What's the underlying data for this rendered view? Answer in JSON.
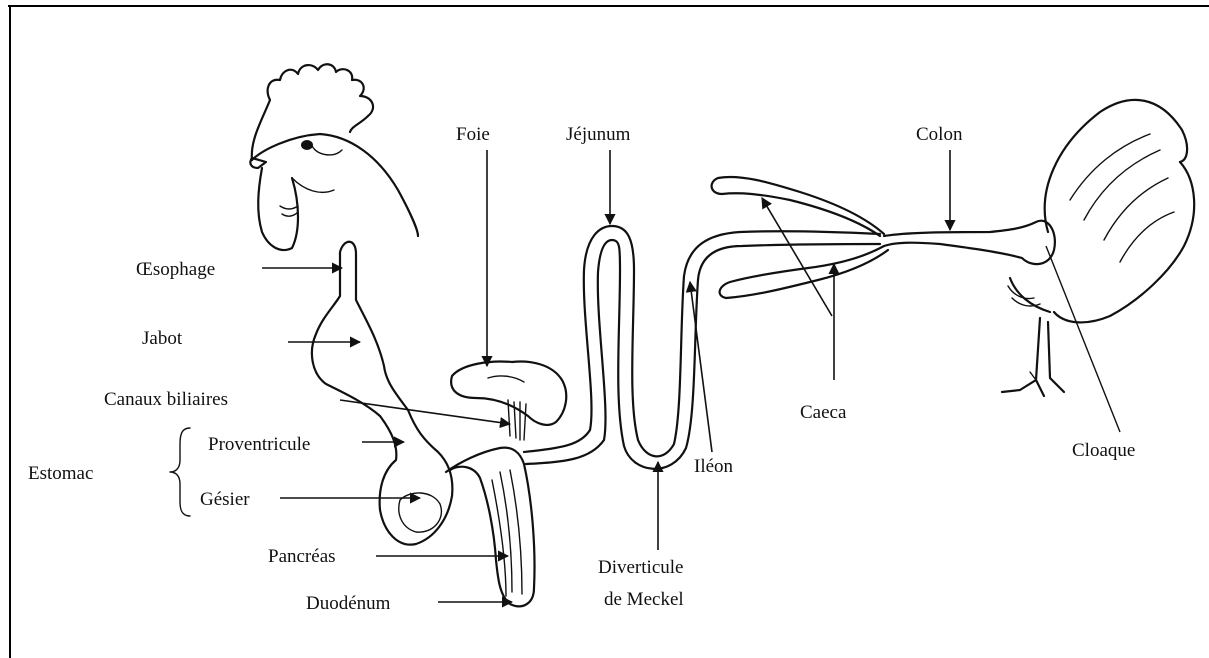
{
  "labels": {
    "foie": "Foie",
    "jejunum": "Jéjunum",
    "colon": "Colon",
    "oesophage": "Œsophage",
    "jabot": "Jabot",
    "canaux_biliaires": "Canaux biliaires",
    "estomac": "Estomac",
    "proventricule": "Proventricule",
    "gesier": "Gésier",
    "pancreas": "Pancréas",
    "duodenum": "Duodénum",
    "diverticule_line1": "Diverticule",
    "diverticule_line2": "de Meckel",
    "ileon": "Iléon",
    "caeca": "Caeca",
    "cloaque": "Cloaque"
  }
}
